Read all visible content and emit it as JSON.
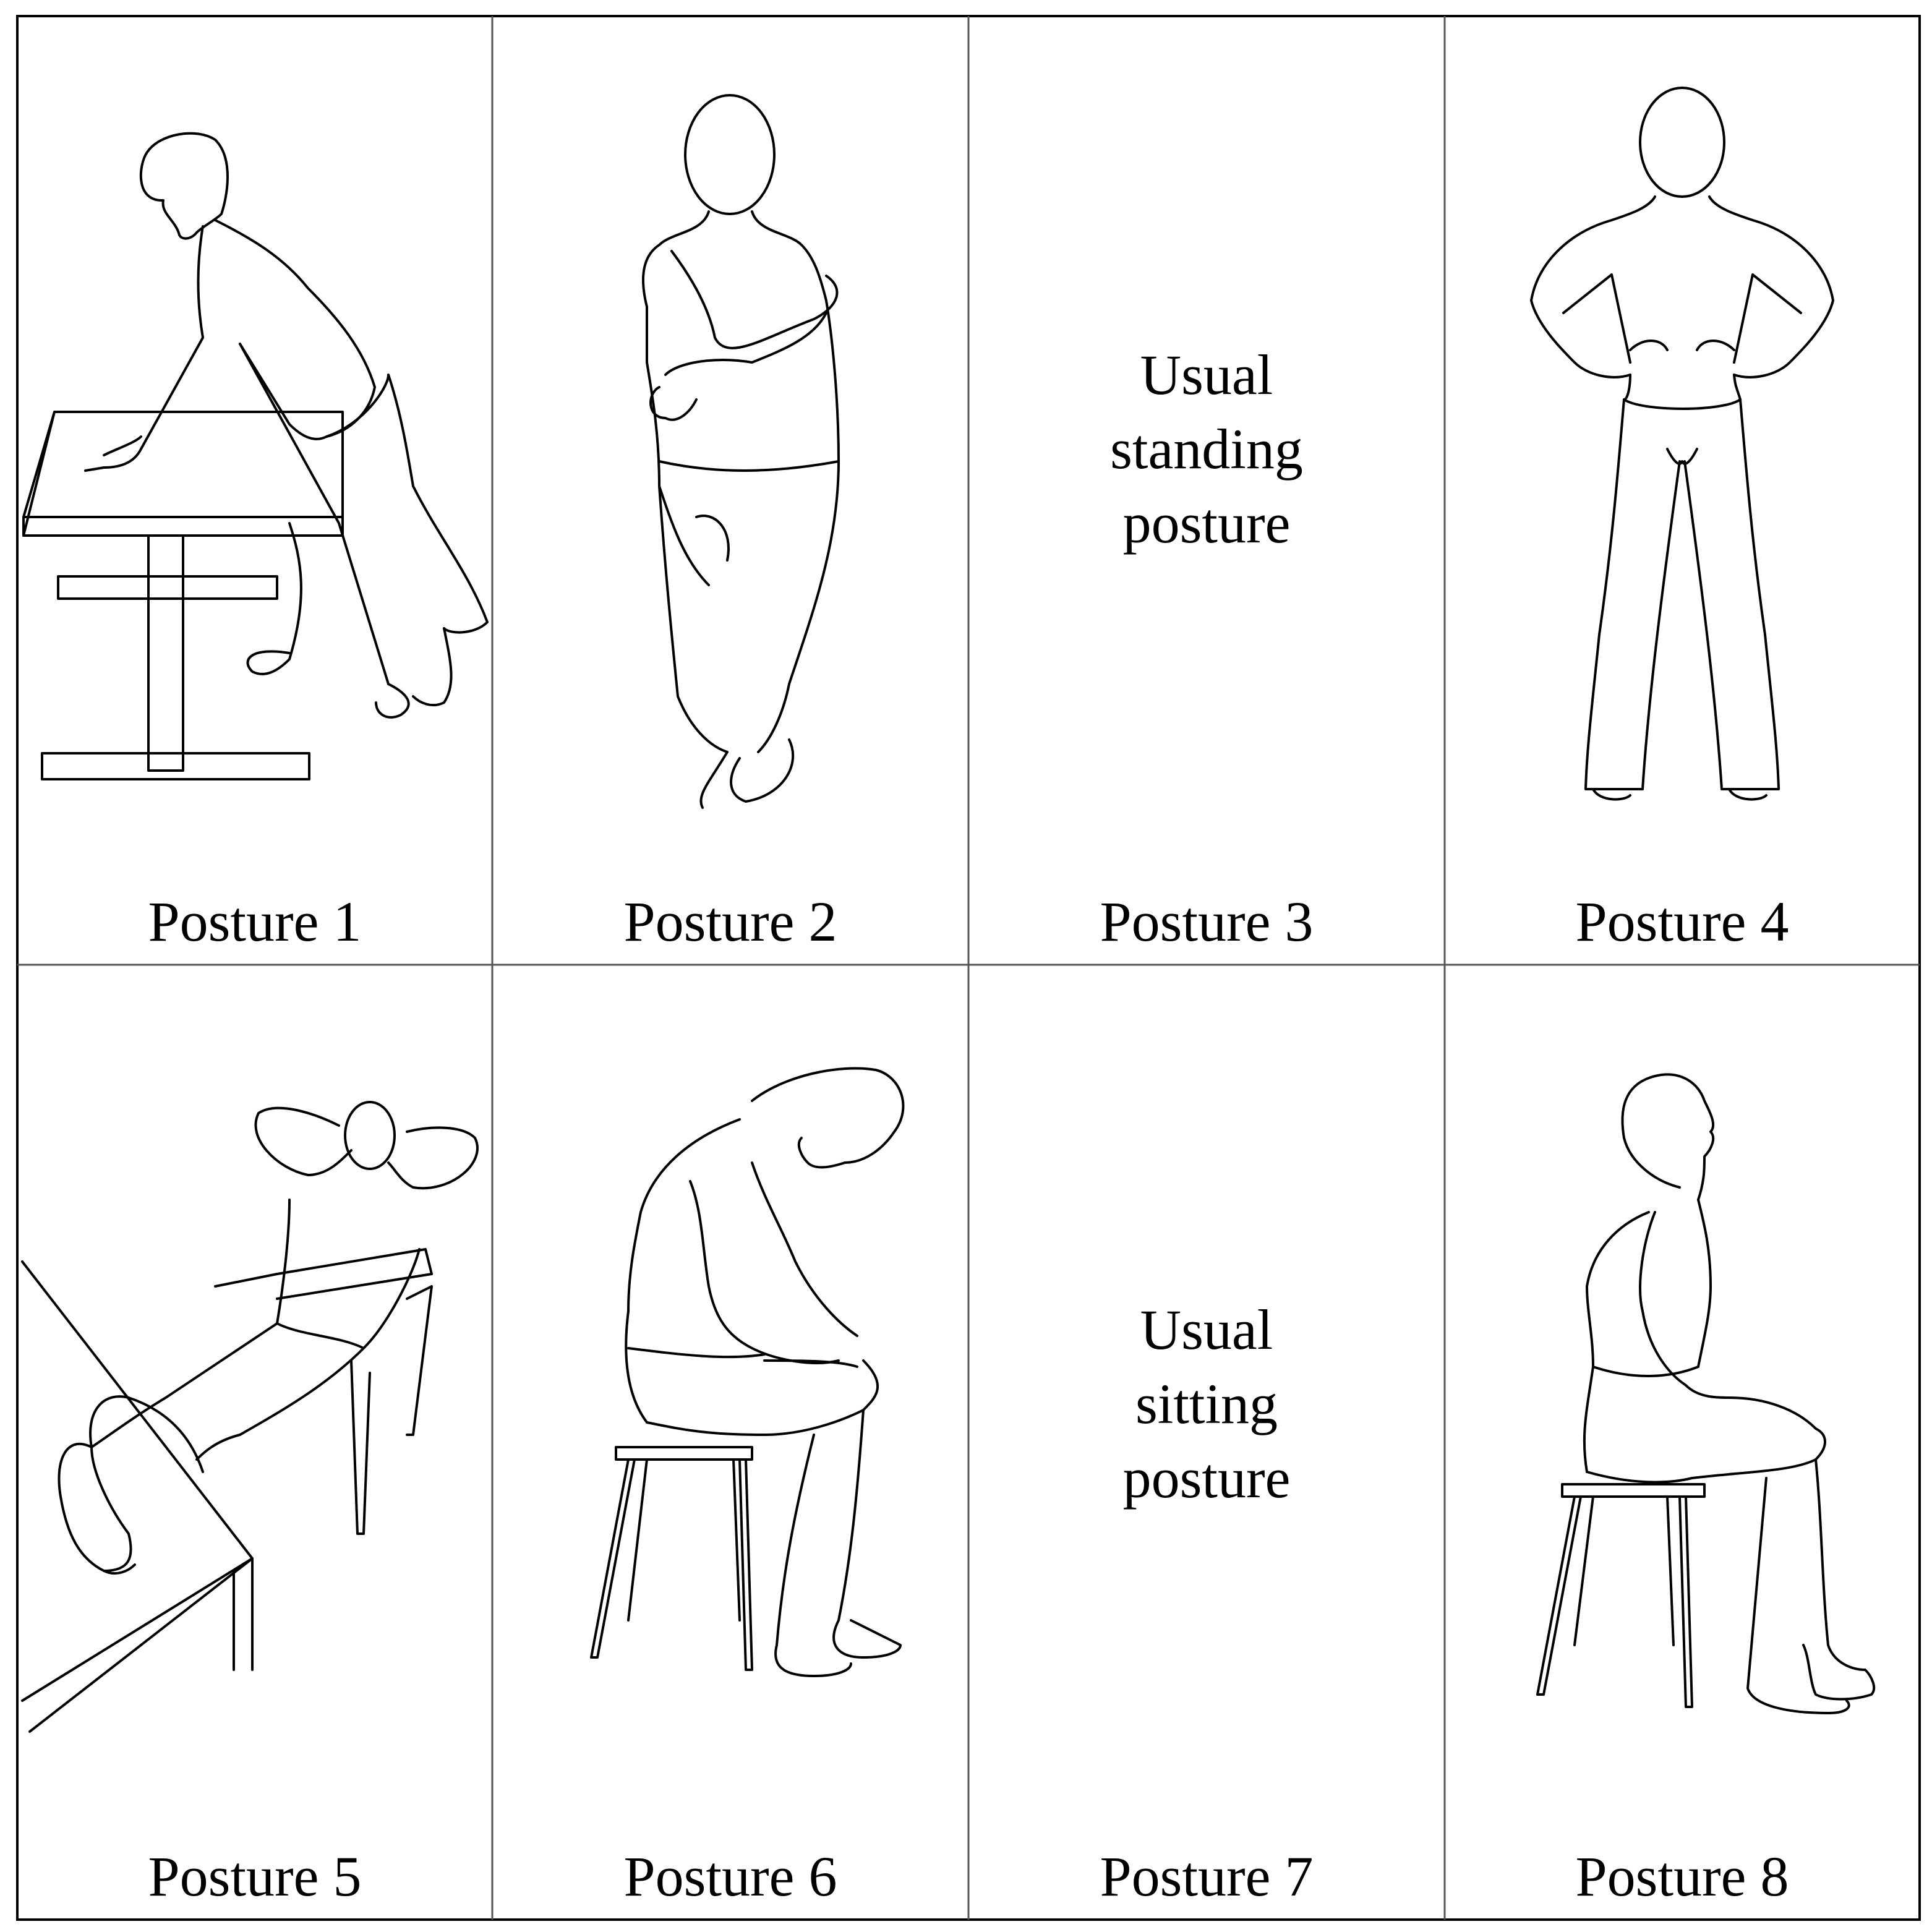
{
  "postures": [
    {
      "label": "Posture 1",
      "figure": "leaning-on-table-figure",
      "caption": []
    },
    {
      "label": "Posture 2",
      "figure": "arms-crossed-legs-crossed-figure",
      "caption": []
    },
    {
      "label": "Posture 3",
      "figure": null,
      "caption": [
        "Usual",
        "standing",
        "posture"
      ]
    },
    {
      "label": "Posture 4",
      "figure": "hands-on-hips-figure",
      "caption": []
    },
    {
      "label": "Posture 5",
      "figure": "reclining-feet-on-table-figure",
      "caption": []
    },
    {
      "label": "Posture 6",
      "figure": "slumped-sitting-figure",
      "caption": []
    },
    {
      "label": "Posture 7",
      "figure": null,
      "caption": [
        "Usual",
        "sitting",
        "posture"
      ]
    },
    {
      "label": "Posture 8",
      "figure": "upright-sitting-figure",
      "caption": []
    }
  ]
}
